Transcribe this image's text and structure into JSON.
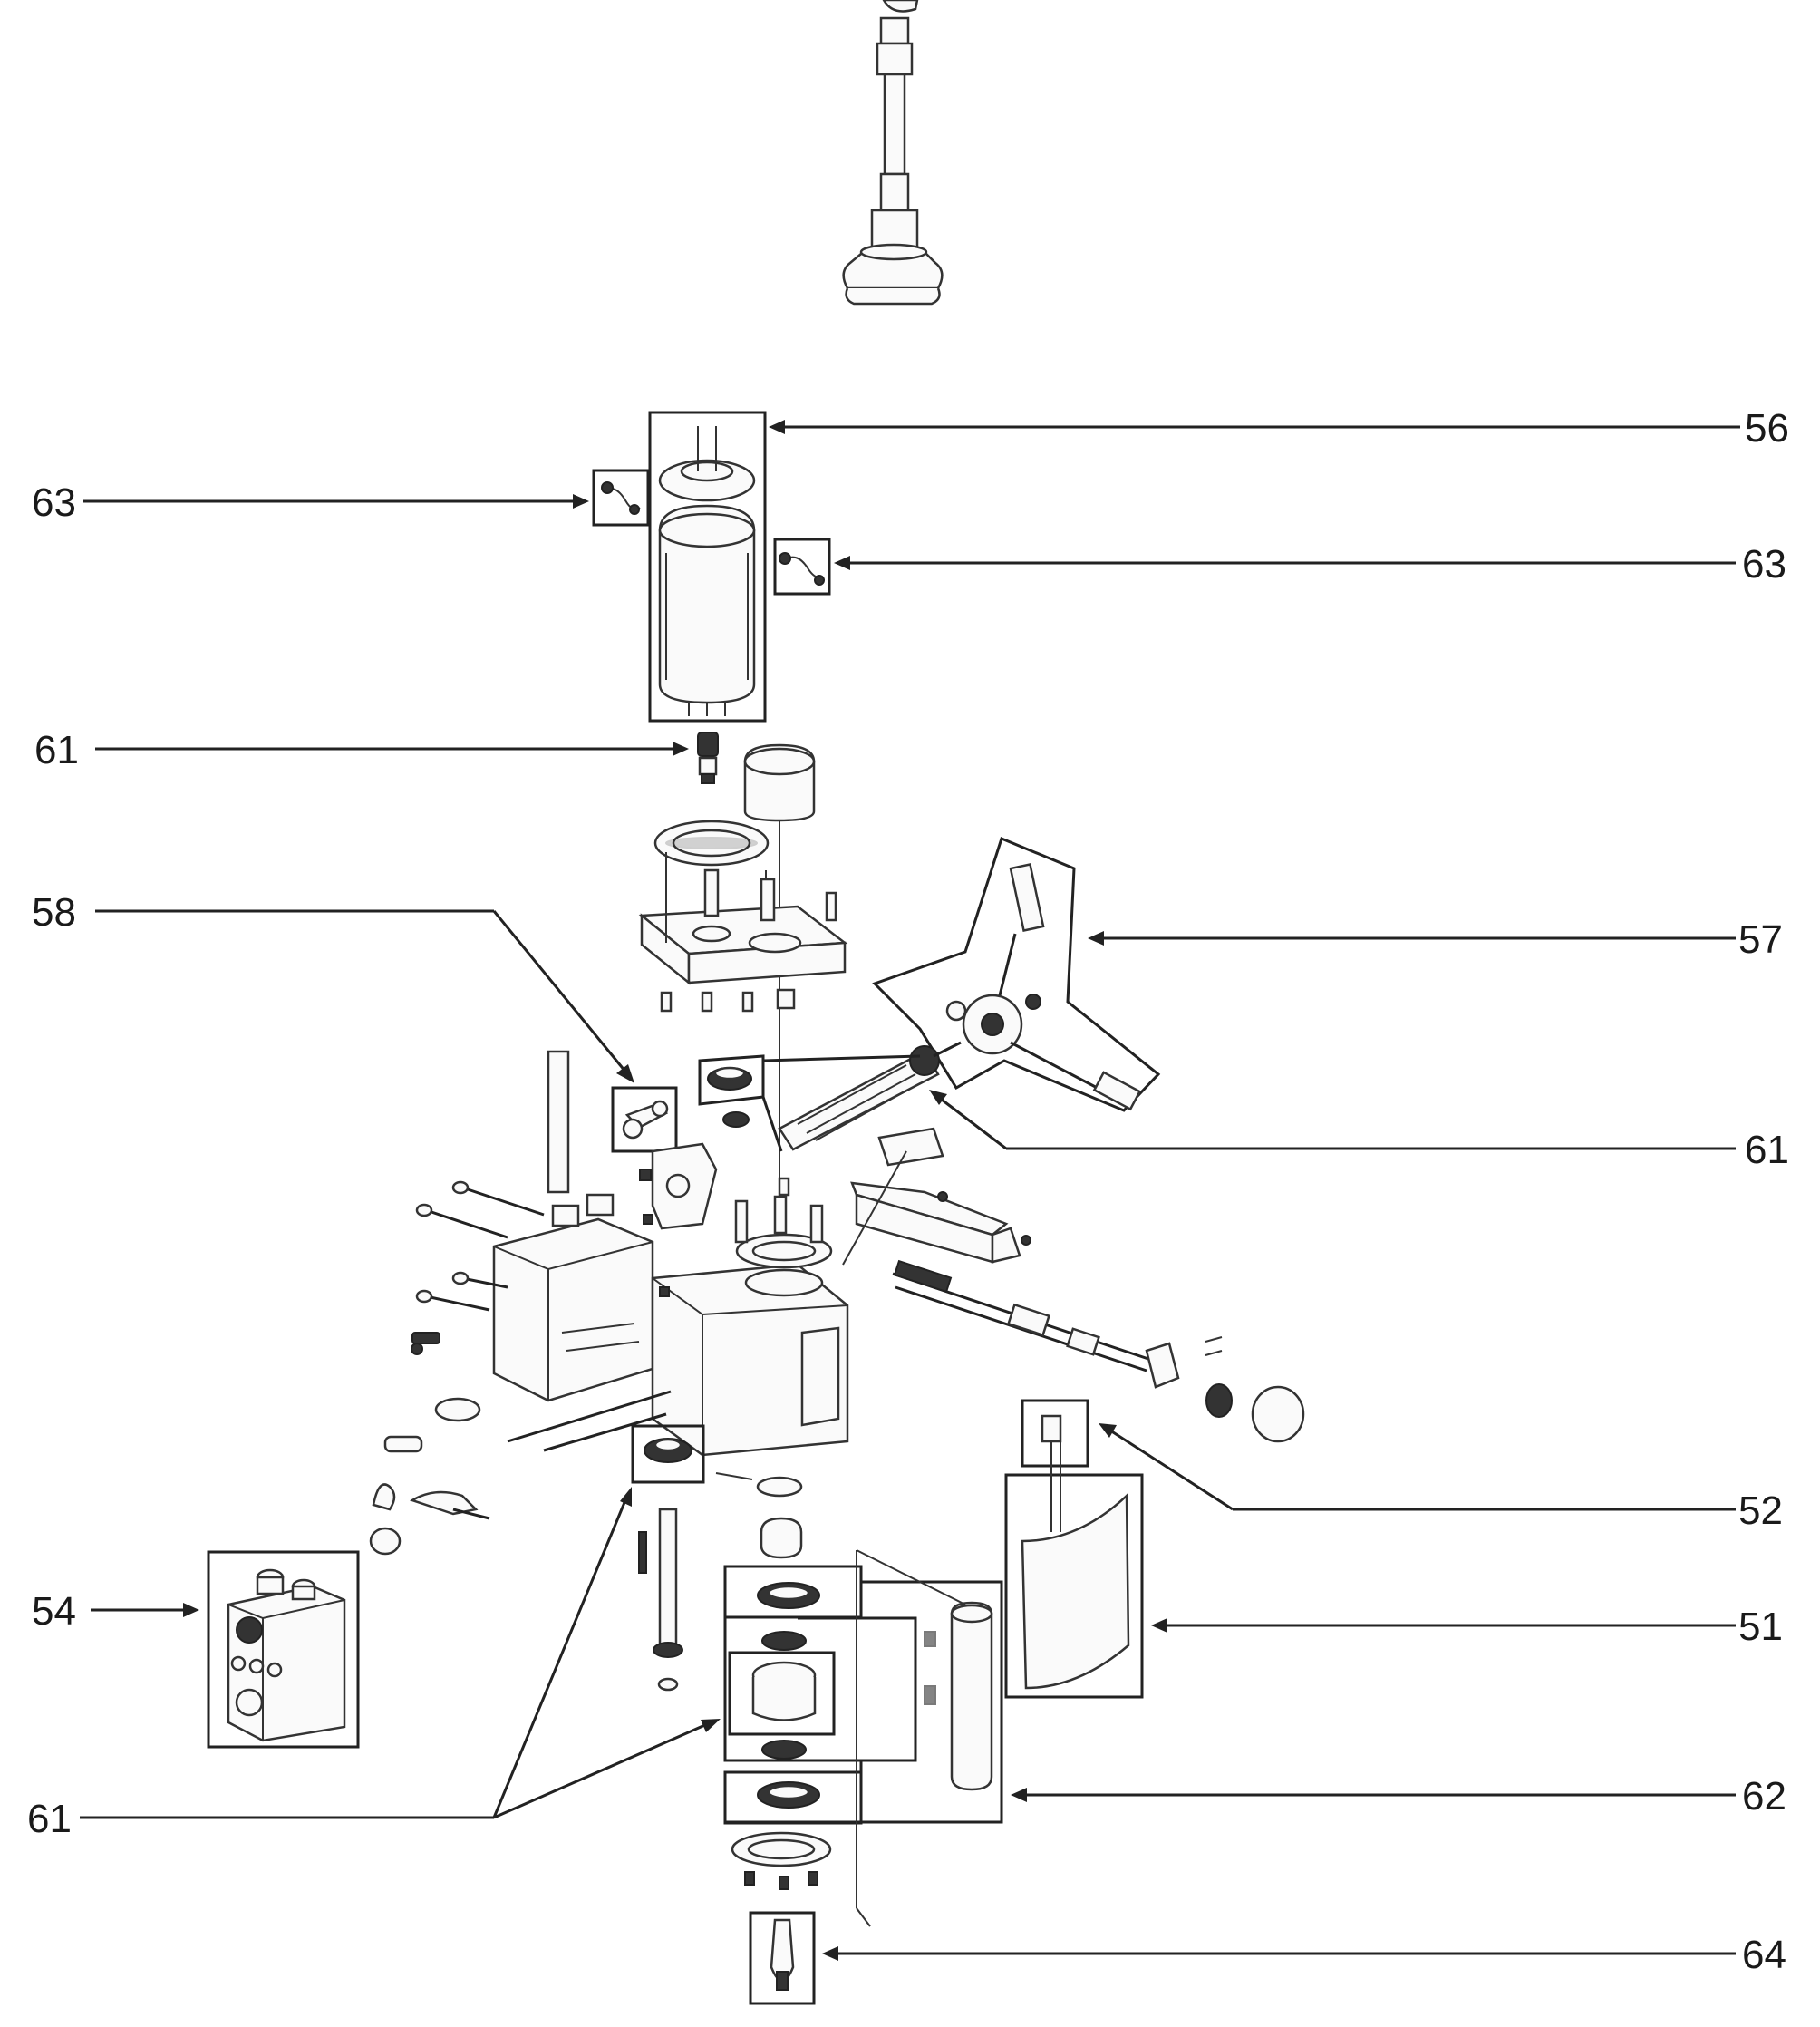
{
  "callouts": {
    "c56": "56",
    "c63_left": "63",
    "c63_right": "63",
    "c61_top": "61",
    "c58": "58",
    "c57": "57",
    "c61_right": "61",
    "c52": "52",
    "c54": "54",
    "c51": "51",
    "c62": "62",
    "c61_bottom": "61",
    "c64": "64"
  }
}
